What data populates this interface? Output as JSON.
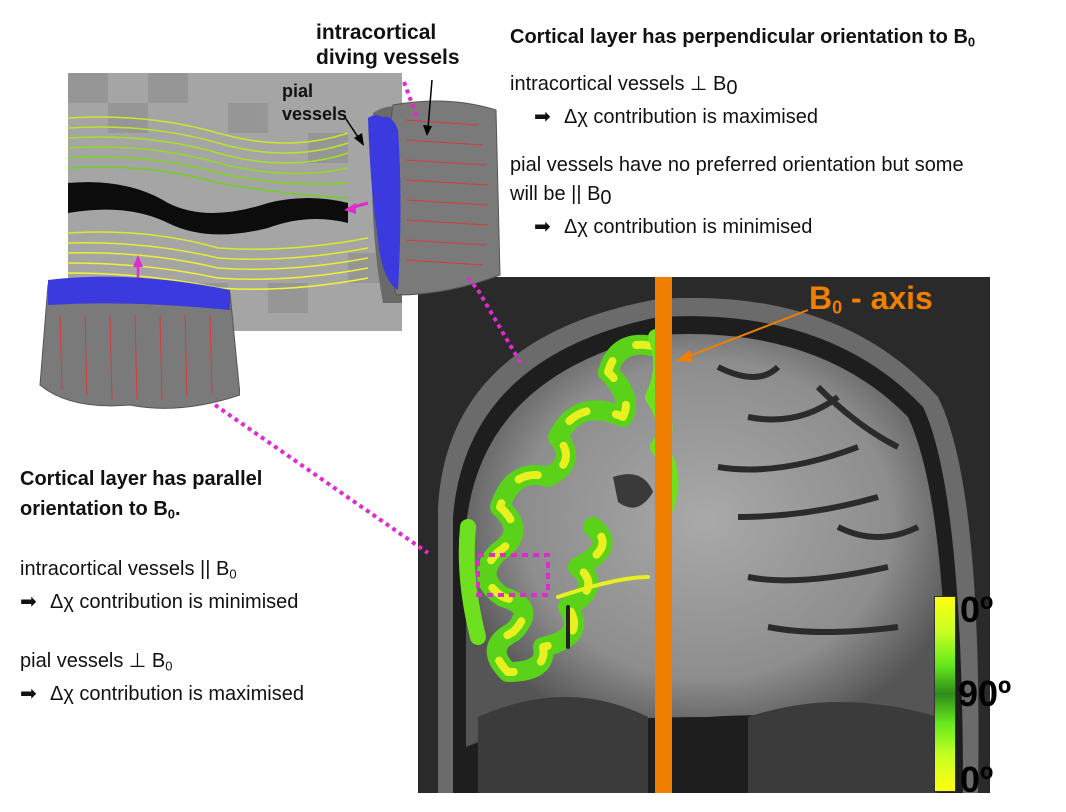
{
  "top_annotations": {
    "intracortical_diving_vessels": "intracortical\ndiving vessels",
    "intracortical_line1": "intracortical",
    "intracortical_line2": "diving vessels",
    "pial_line1": "pial",
    "pial_line2": "vessels"
  },
  "perpendicular_section": {
    "heading": "Cortical layer has perpendicular orientation to B",
    "heading_sub": "0",
    "line1": "intracortical vessels ⊥ B",
    "line1_sub": "0",
    "line2_arrow": "➡",
    "line2": "Δχ  contribution is maximised",
    "line3a": "pial vessels have no preferred orientation but some",
    "line3b": "will be || B",
    "line3b_sub": "0",
    "line4_arrow": "➡",
    "line4": "Δχ  contribution is minimised"
  },
  "parallel_section": {
    "heading_line1": "Cortical layer has parallel",
    "heading_line2": "orientation to B",
    "heading_sub": "0",
    "heading_end": ".",
    "line1": "intracortical vessels || B",
    "line1_sub": "0",
    "line2_arrow": "➡",
    "line2": "Δχ  contribution is minimised",
    "line3": "pial vessels ⊥  B",
    "line3_sub": "0",
    "line4_arrow": "➡",
    "line4": "Δχ  contribution is maximised"
  },
  "b0_axis": {
    "label": "B",
    "label_sub": "0",
    "label_rest": " - axis",
    "color": "#f07f00"
  },
  "colorbar": {
    "top_label": "0º",
    "mid_label": "90º",
    "bottom_label": "0º",
    "colors": [
      "#ffff10",
      "#66e91c",
      "#2e8a1a"
    ]
  },
  "colors": {
    "magenta": "#e02bd0",
    "vessel_blue": "#3a3adf",
    "vessel_red": "#d83a3a",
    "surface_yellow": "#e8f020",
    "surface_green": "#5ad21a"
  }
}
